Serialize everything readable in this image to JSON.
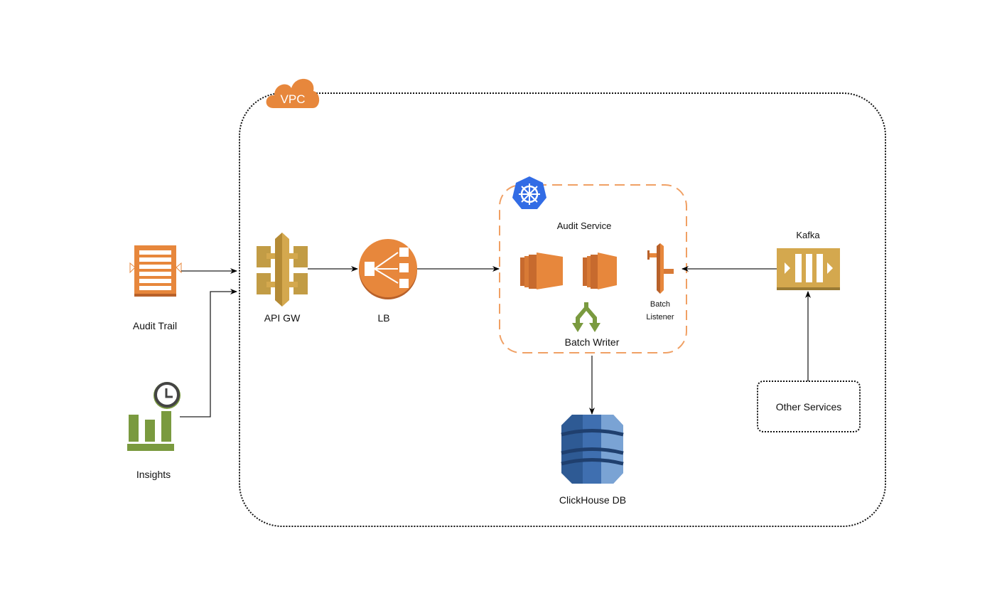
{
  "diagram": {
    "vpc": {
      "label": "VPC",
      "color": "#E7873C"
    },
    "nodes": {
      "audit_trail": {
        "label": "Audit Trail",
        "icon": "audit-trail-icon",
        "color": "#E7873C"
      },
      "insights": {
        "label": "Insights",
        "icon": "insights-clock-chart-icon",
        "color": "#7A9A3F"
      },
      "api_gw": {
        "label": "API GW",
        "icon": "api-gateway-icon",
        "color": "#D4A84E"
      },
      "lb": {
        "label": "LB",
        "icon": "load-balancer-icon",
        "color": "#E7873C"
      },
      "audit_service": {
        "label": "Audit Service",
        "icon": "kubernetes-icon",
        "color": "#326CE5"
      },
      "batch_listener": {
        "label_line1": "Batch",
        "label_line2": "Listener",
        "icon": "listener-icon"
      },
      "batch_writer": {
        "label": "Batch Writer",
        "icon": "split-arrows-icon",
        "color": "#7A9A3F"
      },
      "clickhouse": {
        "label": "ClickHouse DB",
        "icon": "database-icon",
        "color": "#3F6FB0"
      },
      "kafka": {
        "label": "Kafka",
        "icon": "queue-icon",
        "color": "#D4A84E"
      },
      "other_services": {
        "label": "Other Services"
      }
    }
  }
}
